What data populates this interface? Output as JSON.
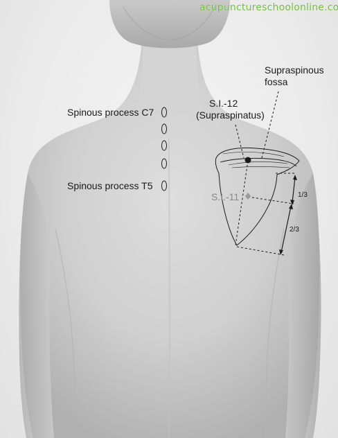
{
  "watermark": "acupunctureschoolonline.com",
  "labels": {
    "supraspinous_fossa_line1": "Supraspinous",
    "supraspinous_fossa_line2": "fossa",
    "si12_line1": "S.I.-12",
    "si12_line2": "(Supraspinatus)",
    "spinous_c7": "Spinous process C7",
    "spinous_t5": "Spinous process T5",
    "si11": "S.I.-11",
    "one_third": "1/3",
    "two_thirds": "2/3"
  },
  "colors": {
    "skin_light": "#dcdcdc",
    "skin_mid": "#c4c4c4",
    "skin_dark": "#9a9a9a",
    "hair": "#b8b8b8",
    "ink": "#1a1a1a",
    "point_grey": "#9a9a9a",
    "watermark": "#6fbf3a"
  }
}
